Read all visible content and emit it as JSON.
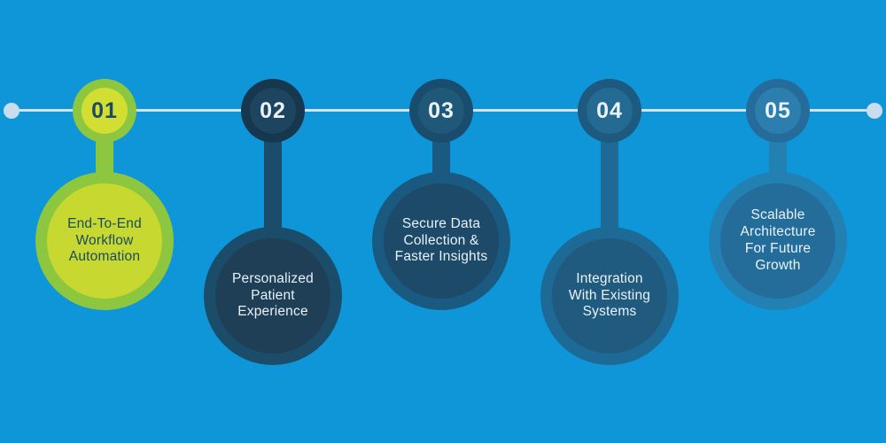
{
  "canvas": {
    "background": "#0E96D9"
  },
  "timeline": {
    "line_color": "#D3E2EF",
    "endpoint_color": "#C8DDEE"
  },
  "items": [
    {
      "number": "01",
      "label": "End-To-End\nWorkflow\nAutomation",
      "colors": {
        "num_ring": "#8DC63F",
        "num_inner": "#D3DE33",
        "big_ring": "#8DC63F",
        "big_inner": "#C7D930",
        "stem": "#8DC63F",
        "number_text": "#1B4A63",
        "label_text": "#1B4A63"
      }
    },
    {
      "number": "02",
      "label": "Personalized\nPatient\nExperience",
      "colors": {
        "num_ring": "#17374E",
        "num_inner": "#1E4560",
        "big_ring": "#1B4C69",
        "big_inner": "#1E3F56",
        "stem": "#1B4C69",
        "number_text": "#E9F2F9",
        "label_text": "#E9F2F9"
      }
    },
    {
      "number": "03",
      "label": "Secure Data\nCollection &\nFaster Insights",
      "colors": {
        "num_ring": "#1A4C6D",
        "num_inner": "#1F5878",
        "big_ring": "#1A5A80",
        "big_inner": "#1C4A68",
        "stem": "#1A5A80",
        "number_text": "#EAF3FA",
        "label_text": "#EAF3FA"
      }
    },
    {
      "number": "04",
      "label": "Integration\nWith Existing\nSystems",
      "colors": {
        "num_ring": "#1E5A80",
        "num_inner": "#246A93",
        "big_ring": "#1E6A96",
        "big_inner": "#205A7E",
        "stem": "#1E6A96",
        "number_text": "#EAF3FA",
        "label_text": "#EAF3FA"
      }
    },
    {
      "number": "05",
      "label": "Scalable\nArchitecture\nFor Future\nGrowth",
      "colors": {
        "num_ring": "#256C9B",
        "num_inner": "#2B7EAE",
        "big_ring": "#2380B3",
        "big_inner": "#246C9A",
        "stem": "#2380B3",
        "number_text": "#EAF3FA",
        "label_text": "#EAF3FA"
      }
    }
  ]
}
